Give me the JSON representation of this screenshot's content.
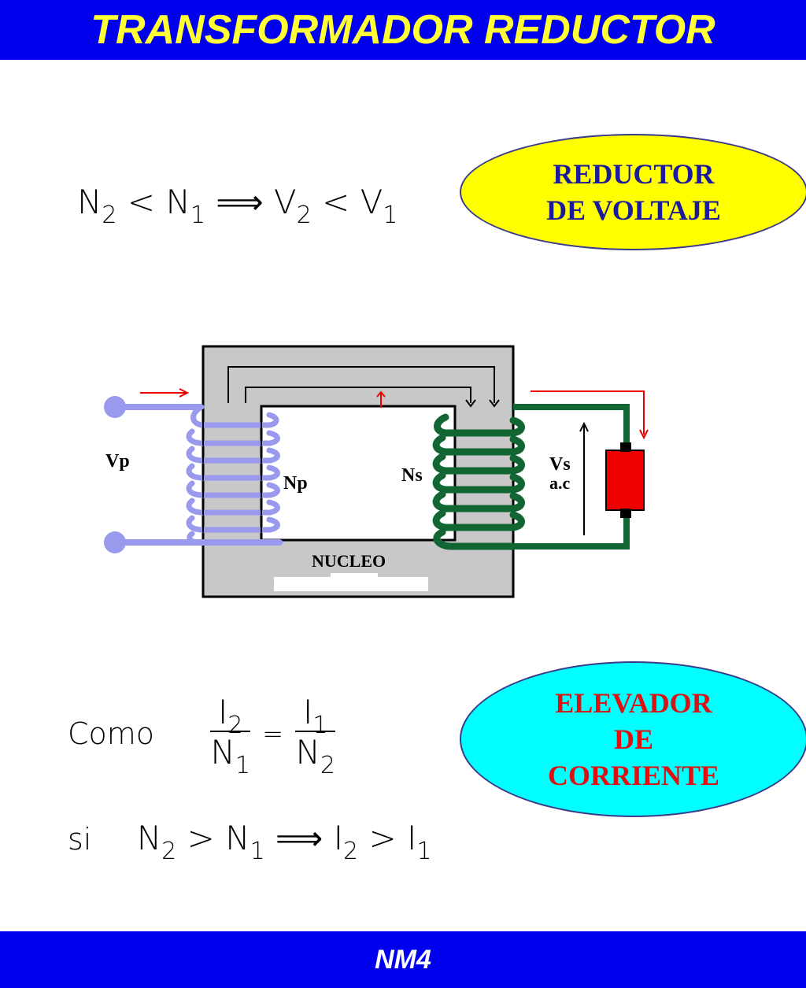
{
  "header": {
    "title": "TRANSFORMADOR REDUCTOR"
  },
  "footer": {
    "text": "NM4"
  },
  "formula_top": {
    "n2": "N",
    "n2_sub": "2",
    "lt1": "<",
    "n1": "N",
    "n1_sub": "1",
    "arrow": "⟹",
    "v2": "V",
    "v2_sub": "2",
    "lt2": "<",
    "v1": "V",
    "v1_sub": "1"
  },
  "badge_voltage": {
    "line1": "REDUCTOR",
    "line2": "DE VOLTAJE",
    "fill": "#ffff00",
    "text_color": "#1a1a9a"
  },
  "badge_current": {
    "line1": "ELEVADOR",
    "line2": "DE",
    "line3": "CORRIENTE",
    "fill": "#00ffff",
    "text_color": "#dd1111"
  },
  "diagram": {
    "label_vp": "Vp",
    "label_np": "Np",
    "label_ns": "Ns",
    "label_vs": "Vs",
    "label_ac": "a.c",
    "label_core": "NUCLEO",
    "primary_color": "#9999ee",
    "secondary_color": "#116633",
    "core_color": "#c8c8c8",
    "load_color": "#ee0000",
    "arrow_color": "#ee0000"
  },
  "formula_como": {
    "como": "Como",
    "i2": "I",
    "i2_sub": "2",
    "n1": "N",
    "n1_sub": "1",
    "eq": "=",
    "i1": "I",
    "i1_sub": "1",
    "n2": "N",
    "n2_sub": "2"
  },
  "formula_si": {
    "si": "si",
    "n2": "N",
    "n2_sub": "2",
    "gt1": ">",
    "n1": "N",
    "n1_sub": "1",
    "arrow": "⟹",
    "i2": "I",
    "i2_sub": "2",
    "gt2": ">",
    "i1": "I",
    "i1_sub": "1"
  }
}
